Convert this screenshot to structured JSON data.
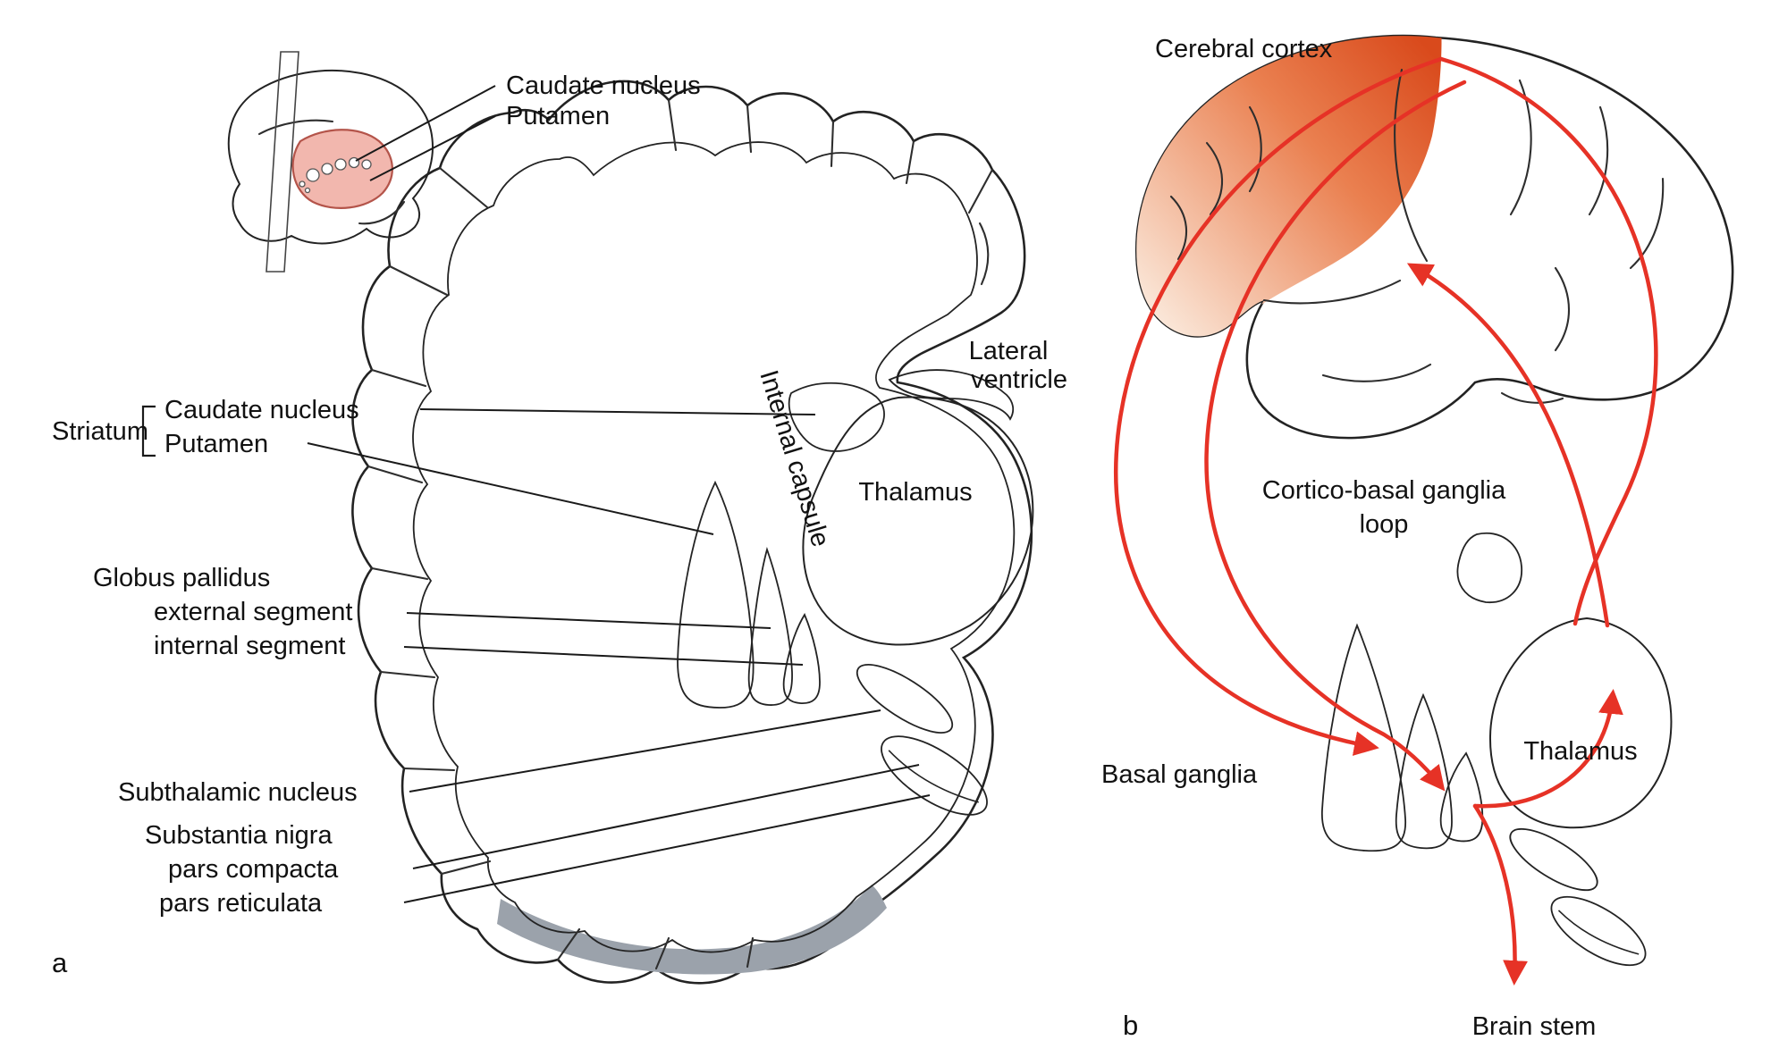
{
  "colors": {
    "structure_pink": "#f2b7ae",
    "cortex_gray": "#cdd1d7",
    "cortex_gray_dark": "#9ba2ab",
    "thalamus_gray": "#e5e8ec",
    "arrow_red": "#e63226",
    "ink": "#1a1a1a"
  },
  "panel_a": {
    "letter": "a",
    "inset": {
      "caudate_nucleus": "Caudate nucleus",
      "putamen": "Putamen"
    },
    "labels": {
      "striatum": "Striatum",
      "caudate_nucleus": "Caudate nucleus",
      "putamen": "Putamen",
      "globus_pallidus": "Globus pallidus",
      "external_segment": "external segment",
      "internal_segment": "internal segment",
      "subthalamic_nucleus": "Subthalamic nucleus",
      "substantia_nigra": "Substantia nigra",
      "pars_compacta": "pars compacta",
      "pars_reticulata": "pars reticulata",
      "internal_capsule": "Internal capsule",
      "lateral": "Lateral",
      "ventricle": "ventricle",
      "thalamus": "Thalamus"
    }
  },
  "panel_b": {
    "letter": "b",
    "labels": {
      "cerebral_cortex": "Cerebral cortex",
      "loop_line1": "Cortico-basal ganglia",
      "loop_line2": "loop",
      "basal_ganglia": "Basal ganglia",
      "thalamus": "Thalamus",
      "brain_stem": "Brain stem"
    }
  }
}
